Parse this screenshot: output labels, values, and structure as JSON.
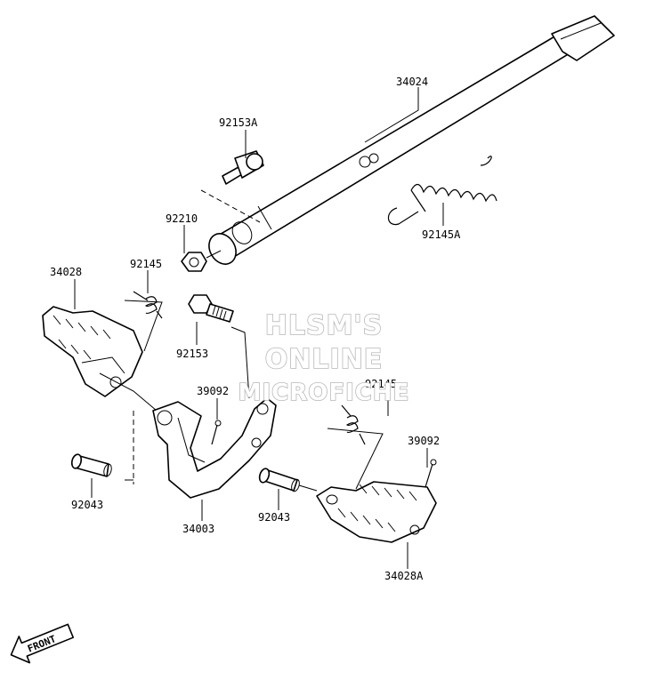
{
  "parts": {
    "p34024": "34024",
    "p92153A": "92153A",
    "p92210": "92210",
    "p92145A": "92145A",
    "p34028": "34028",
    "p92145_left": "92145",
    "p92153": "92153",
    "p39092_left": "39092",
    "p92145_right": "92145",
    "p39092_right": "39092",
    "p92043_left": "92043",
    "p34003": "34003",
    "p92043_right": "92043",
    "p34028A": "34028A"
  },
  "watermark": {
    "line1": "HLSM'S",
    "line2": "ONLINE",
    "line3": "MICROFICHE"
  },
  "front_arrow": {
    "label": "FRONT"
  }
}
